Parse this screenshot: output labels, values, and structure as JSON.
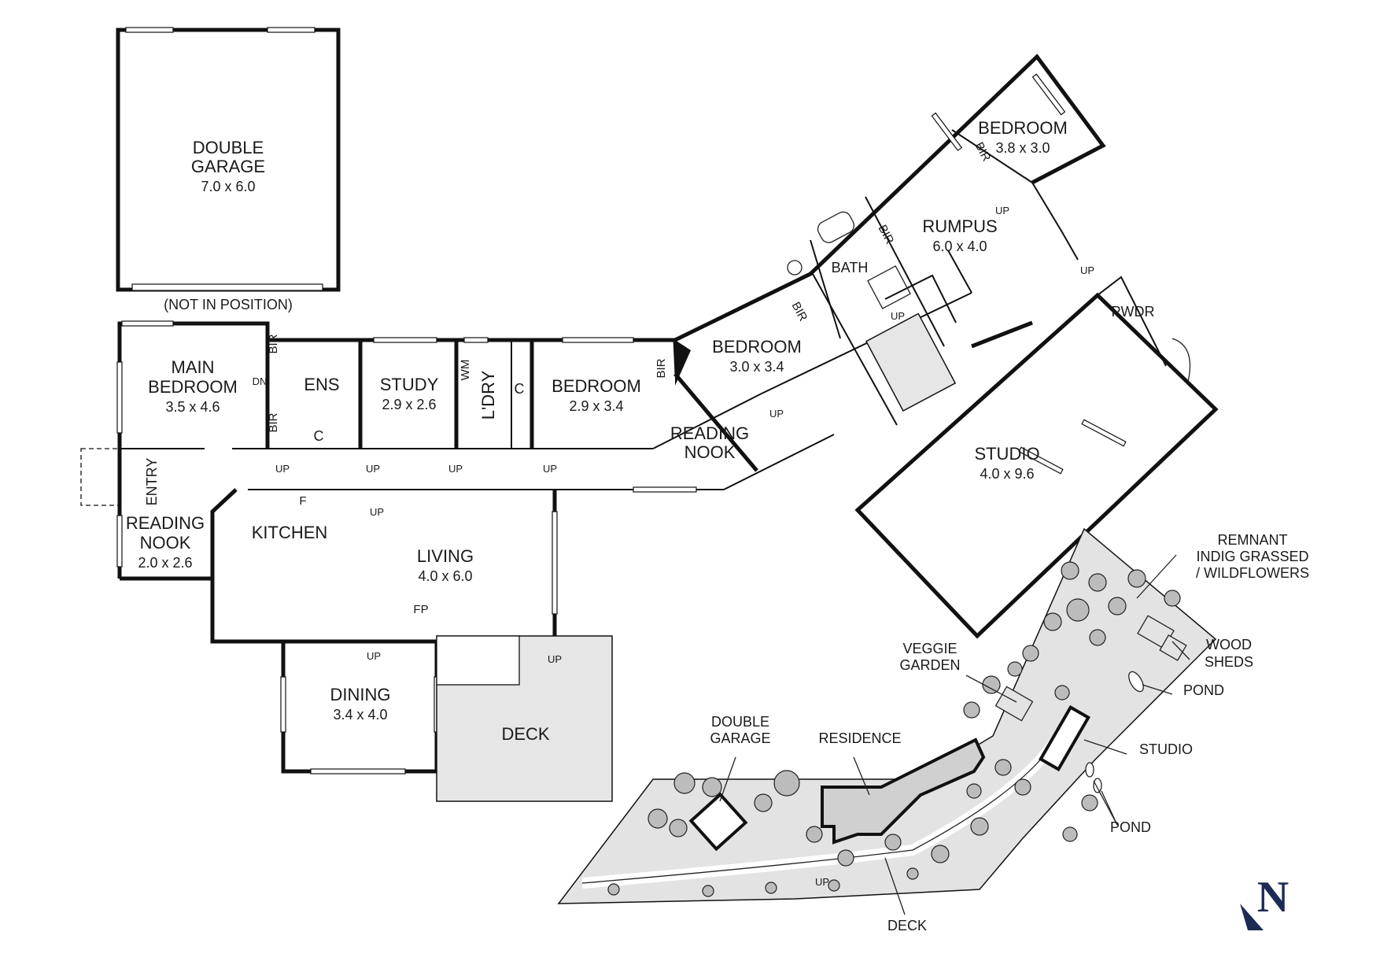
{
  "colors": {
    "wall": "#111111",
    "deck": "#e6e6e6",
    "site": "#e3e3e3",
    "tree": "#bcbcbc",
    "north": "#1d2a55"
  },
  "rooms": {
    "double_garage": {
      "name_1": "DOUBLE",
      "name_2": "GARAGE",
      "dim": "7.0 x 6.0"
    },
    "not_in_position": "(NOT IN POSITION)",
    "main_bedroom": {
      "name_1": "MAIN",
      "name_2": "BEDROOM",
      "dim": "3.5 x 4.6"
    },
    "ens": "ENS",
    "study": {
      "name": "STUDY",
      "dim": "2.9 x 2.6"
    },
    "laundry": "L'DRY",
    "wm": "WM",
    "bedroom_left": {
      "name": "BEDROOM",
      "dim": "2.9 x 3.4"
    },
    "reading_nook_right": {
      "name_1": "READING",
      "name_2": "NOOK"
    },
    "bedroom_mid": {
      "name": "BEDROOM",
      "dim": "3.0 x 3.4"
    },
    "bath": "BATH",
    "rumpus": {
      "name": "RUMPUS",
      "dim": "6.0 x 4.0"
    },
    "bedroom_top": {
      "name": "BEDROOM",
      "dim": "3.8 x 3.0"
    },
    "pwdr": "PWDR",
    "studio": {
      "name": "STUDIO",
      "dim": "4.0 x 9.6"
    },
    "entry": "ENTRY",
    "reading_nook_left": {
      "name_1": "READING",
      "name_2": "NOOK",
      "dim": "2.0 x 2.6"
    },
    "kitchen": "KITCHEN",
    "living": {
      "name": "LIVING",
      "dim": "4.0 x 6.0"
    },
    "dining": {
      "name": "DINING",
      "dim": "3.4 x 4.0"
    },
    "deck": "DECK",
    "fp": "FP",
    "fridge": "F"
  },
  "marks": {
    "bir": "BIR",
    "c": "C",
    "up": "UP",
    "dn": "DN"
  },
  "site_plan": {
    "remnant_1": "REMNANT",
    "remnant_2": "INDIG GRASSED",
    "remnant_3": "/ WILDFLOWERS",
    "wood_1": "WOOD",
    "wood_2": "SHEDS",
    "pond": "POND",
    "veggie_1": "VEGGIE",
    "veggie_2": "GARDEN",
    "studio": "STUDIO",
    "garage_1": "DOUBLE",
    "garage_2": "GARAGE",
    "residence": "RESIDENCE",
    "deck": "DECK",
    "up": "UP"
  },
  "north": "N"
}
